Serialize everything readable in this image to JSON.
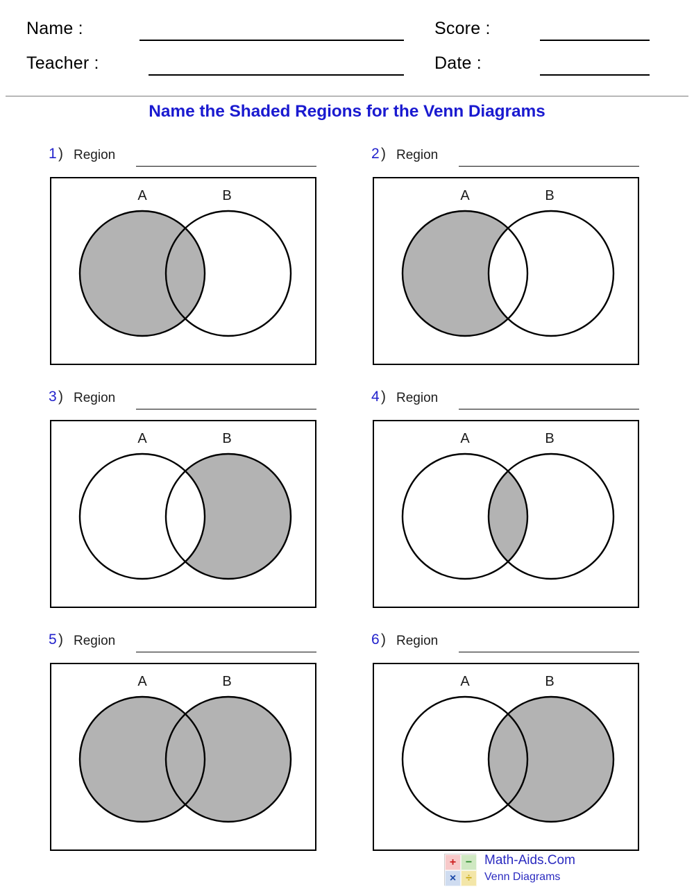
{
  "header": {
    "name_label": "Name :",
    "teacher_label": "Teacher :",
    "score_label": "Score :",
    "date_label": "Date :",
    "name_value": "",
    "teacher_value": "",
    "score_value": "",
    "date_value": ""
  },
  "title": "Name the Shaded Regions for the Venn Diagrams",
  "colors": {
    "title_blue": "#1a1ad0",
    "number_blue": "#2222cc",
    "shade_gray": "#b3b3b3",
    "outline_black": "#000000",
    "logo_blue": "#2a2ac0"
  },
  "problems": [
    {
      "number": "1",
      "paren": ")",
      "word": "Region",
      "answer": "",
      "set_a_label": "A",
      "set_b_label": "B",
      "shaded": "A",
      "shaded_description": "All of circle A including the intersection"
    },
    {
      "number": "2",
      "paren": ")",
      "word": "Region",
      "answer": "",
      "set_a_label": "A",
      "set_b_label": "B",
      "shaded": "A-only",
      "shaded_description": "Circle A excluding the intersection"
    },
    {
      "number": "3",
      "paren": ")",
      "word": "Region",
      "answer": "",
      "set_a_label": "A",
      "set_b_label": "B",
      "shaded": "B-only",
      "shaded_description": "Circle B excluding the intersection"
    },
    {
      "number": "4",
      "paren": ")",
      "word": "Region",
      "answer": "",
      "set_a_label": "A",
      "set_b_label": "B",
      "shaded": "intersection",
      "shaded_description": "Only the overlap of A and B"
    },
    {
      "number": "5",
      "paren": ")",
      "word": "Region",
      "answer": "",
      "set_a_label": "A",
      "set_b_label": "B",
      "shaded": "union",
      "shaded_description": "Both circles entirely shaded"
    },
    {
      "number": "6",
      "paren": ")",
      "word": "Region",
      "answer": "",
      "set_a_label": "A",
      "set_b_label": "B",
      "shaded": "B",
      "shaded_description": "All of circle B including the intersection"
    }
  ],
  "footer": {
    "logo_title": "Math-Aids.Com",
    "logo_subtitle": "Venn Diagrams",
    "logo_cells": [
      "+",
      "−",
      "×",
      "÷"
    ]
  }
}
